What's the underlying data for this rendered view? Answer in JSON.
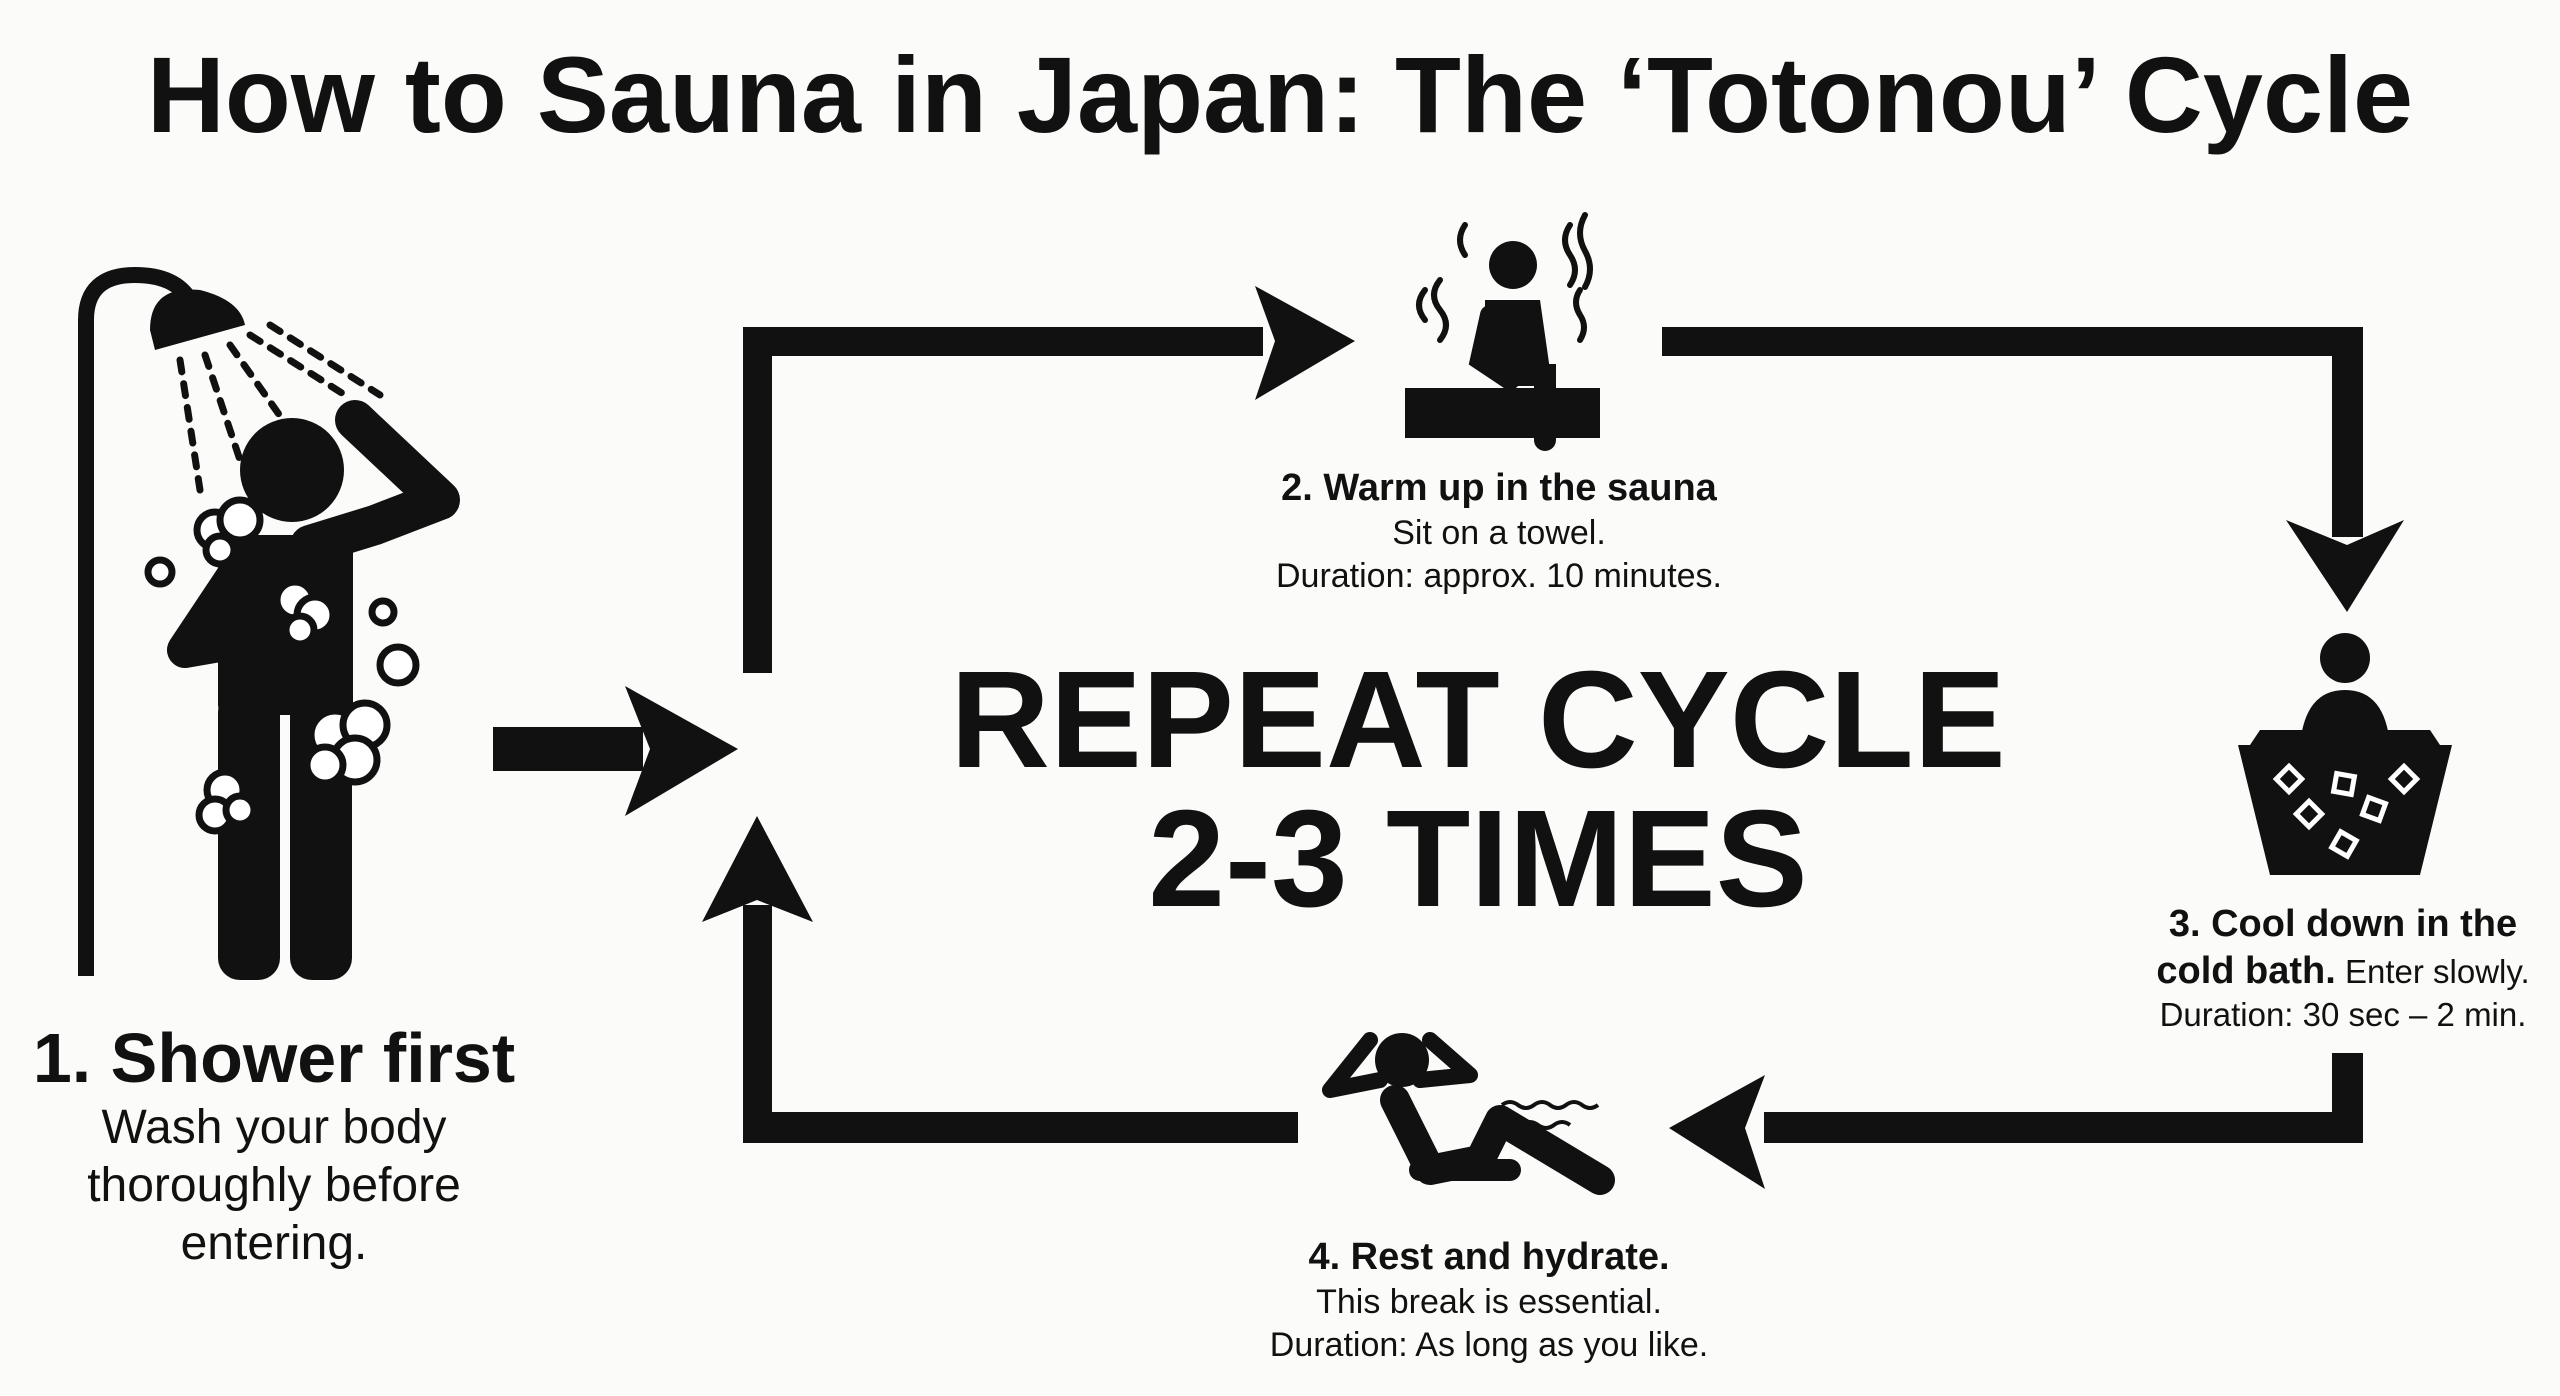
{
  "title": "How to Sauna in Japan: The ‘Totonou’ Cycle",
  "center": {
    "line1": "REPEAT CYCLE",
    "line2": "2-3 TIMES"
  },
  "steps": [
    {
      "heading": "1. Shower first",
      "lines": [
        "Wash your body",
        "thoroughly before",
        "entering."
      ],
      "icon": "shower-icon"
    },
    {
      "heading": "2. Warm up in the sauna",
      "lines": [
        "Sit on a towel.",
        "Duration: approx. 10 minutes."
      ],
      "icon": "sauna-icon"
    },
    {
      "heading": "3. Cool down in the",
      "heading2": "cold bath.",
      "inline": " Enter slowly.",
      "lines": [
        "Duration: 30 sec – 2 min."
      ],
      "icon": "cold-bath-icon"
    },
    {
      "heading": "4. Rest and hydrate.",
      "lines": [
        "This break is essential.",
        "Duration: As long as you like."
      ],
      "icon": "rest-icon"
    }
  ],
  "colors": {
    "ink": "#111111",
    "background": "#fbfbf9"
  }
}
